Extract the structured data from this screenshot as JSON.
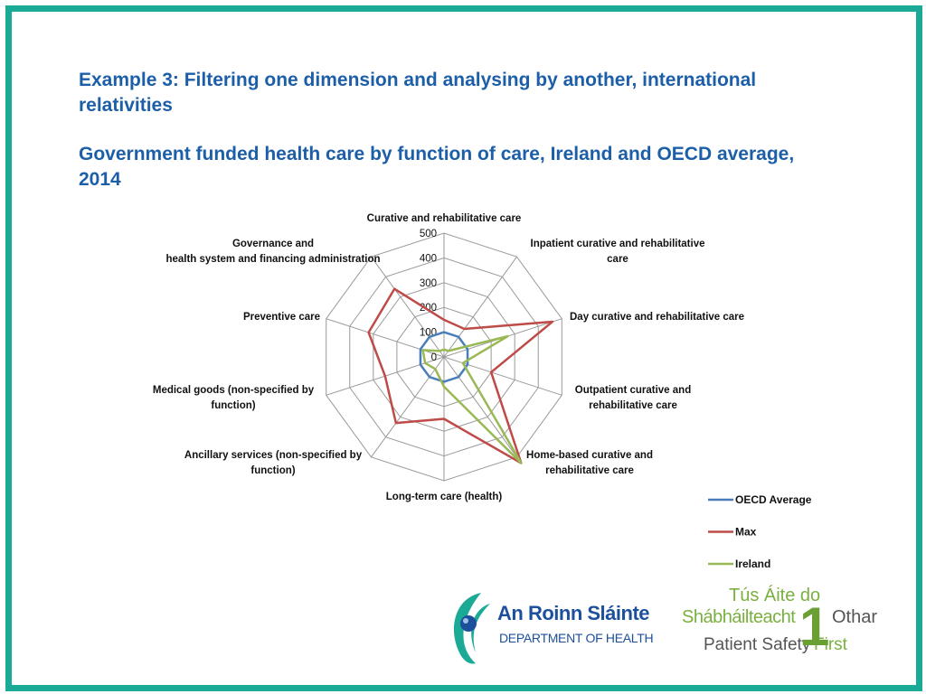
{
  "slide": {
    "title": "Example 3: Filtering one dimension and analysing by another, international relativities",
    "subtitle": "Government funded health care by function of care, Ireland and OECD average, 2014"
  },
  "chart_data": {
    "type": "radar",
    "categories": [
      "Curative and rehabilitative care",
      "Inpatient curative and rehabilitative care",
      "Day curative and rehabilitative care",
      "Outpatient curative and rehabilitative care",
      "Home-based curative and rehabilitative care",
      "Long-term care (health)",
      "Ancillary services (non-specified by function)",
      "Medical goods (non-specified by function)",
      "Preventive care",
      "Governance and health system and financing administration"
    ],
    "r_ticks": [
      0,
      100,
      200,
      300,
      400,
      500
    ],
    "rlim": [
      0,
      500
    ],
    "series": [
      {
        "name": "OECD Average",
        "color": "#4a7ebb",
        "values": [
          100,
          100,
          100,
          100,
          100,
          100,
          100,
          100,
          100,
          100
        ]
      },
      {
        "name": "Max",
        "color": "#be4b48",
        "values": [
          150,
          140,
          460,
          200,
          530,
          250,
          330,
          250,
          320,
          340
        ]
      },
      {
        "name": "Ireland",
        "color": "#98b954",
        "values": [
          30,
          30,
          270,
          80,
          530,
          120,
          60,
          80,
          90,
          30
        ]
      }
    ],
    "legend_position": "bottom-right",
    "gridlines": true
  },
  "logos": {
    "doh_name": "An Roinn Sláinte",
    "doh_dept": "DEPARTMENT OF HEALTH",
    "ps_line1": "Tús Áite do",
    "ps_line2": "Shábháilteacht",
    "ps_line2b": "Othar",
    "ps_line3": "Patient Safety",
    "ps_line3b": "First",
    "ps_number": "1"
  }
}
